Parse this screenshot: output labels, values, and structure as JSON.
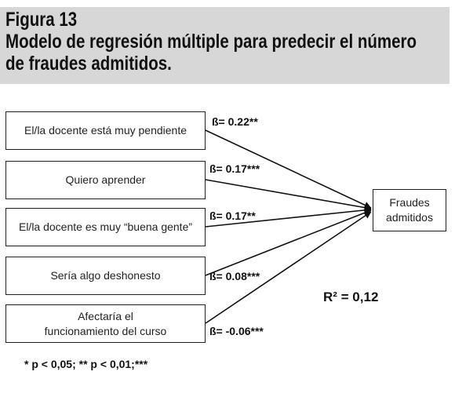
{
  "header": {
    "figure_label": "Figura 13",
    "title": "Modelo de regresión múltiple para predecir el número de fraudes admitidos."
  },
  "predictors": [
    {
      "label": "El/la docente está muy pendiente",
      "beta": "ß= 0.22**"
    },
    {
      "label": "Quiero aprender",
      "beta": "ß= 0.17***"
    },
    {
      "label": "El/la docente es muy “buena gente”",
      "beta": "ß= 0.17**"
    },
    {
      "label": "Sería algo deshonesto",
      "beta": "ß= 0.08***"
    },
    {
      "label": "Afectaría el funcionamiento del curso",
      "beta": "ß= -0.06***"
    }
  ],
  "outcome": {
    "label": "Fraudes admitidos"
  },
  "r_squared": "R² = 0,12",
  "footnote": "* p < 0,05; ** p < 0,01;***"
}
